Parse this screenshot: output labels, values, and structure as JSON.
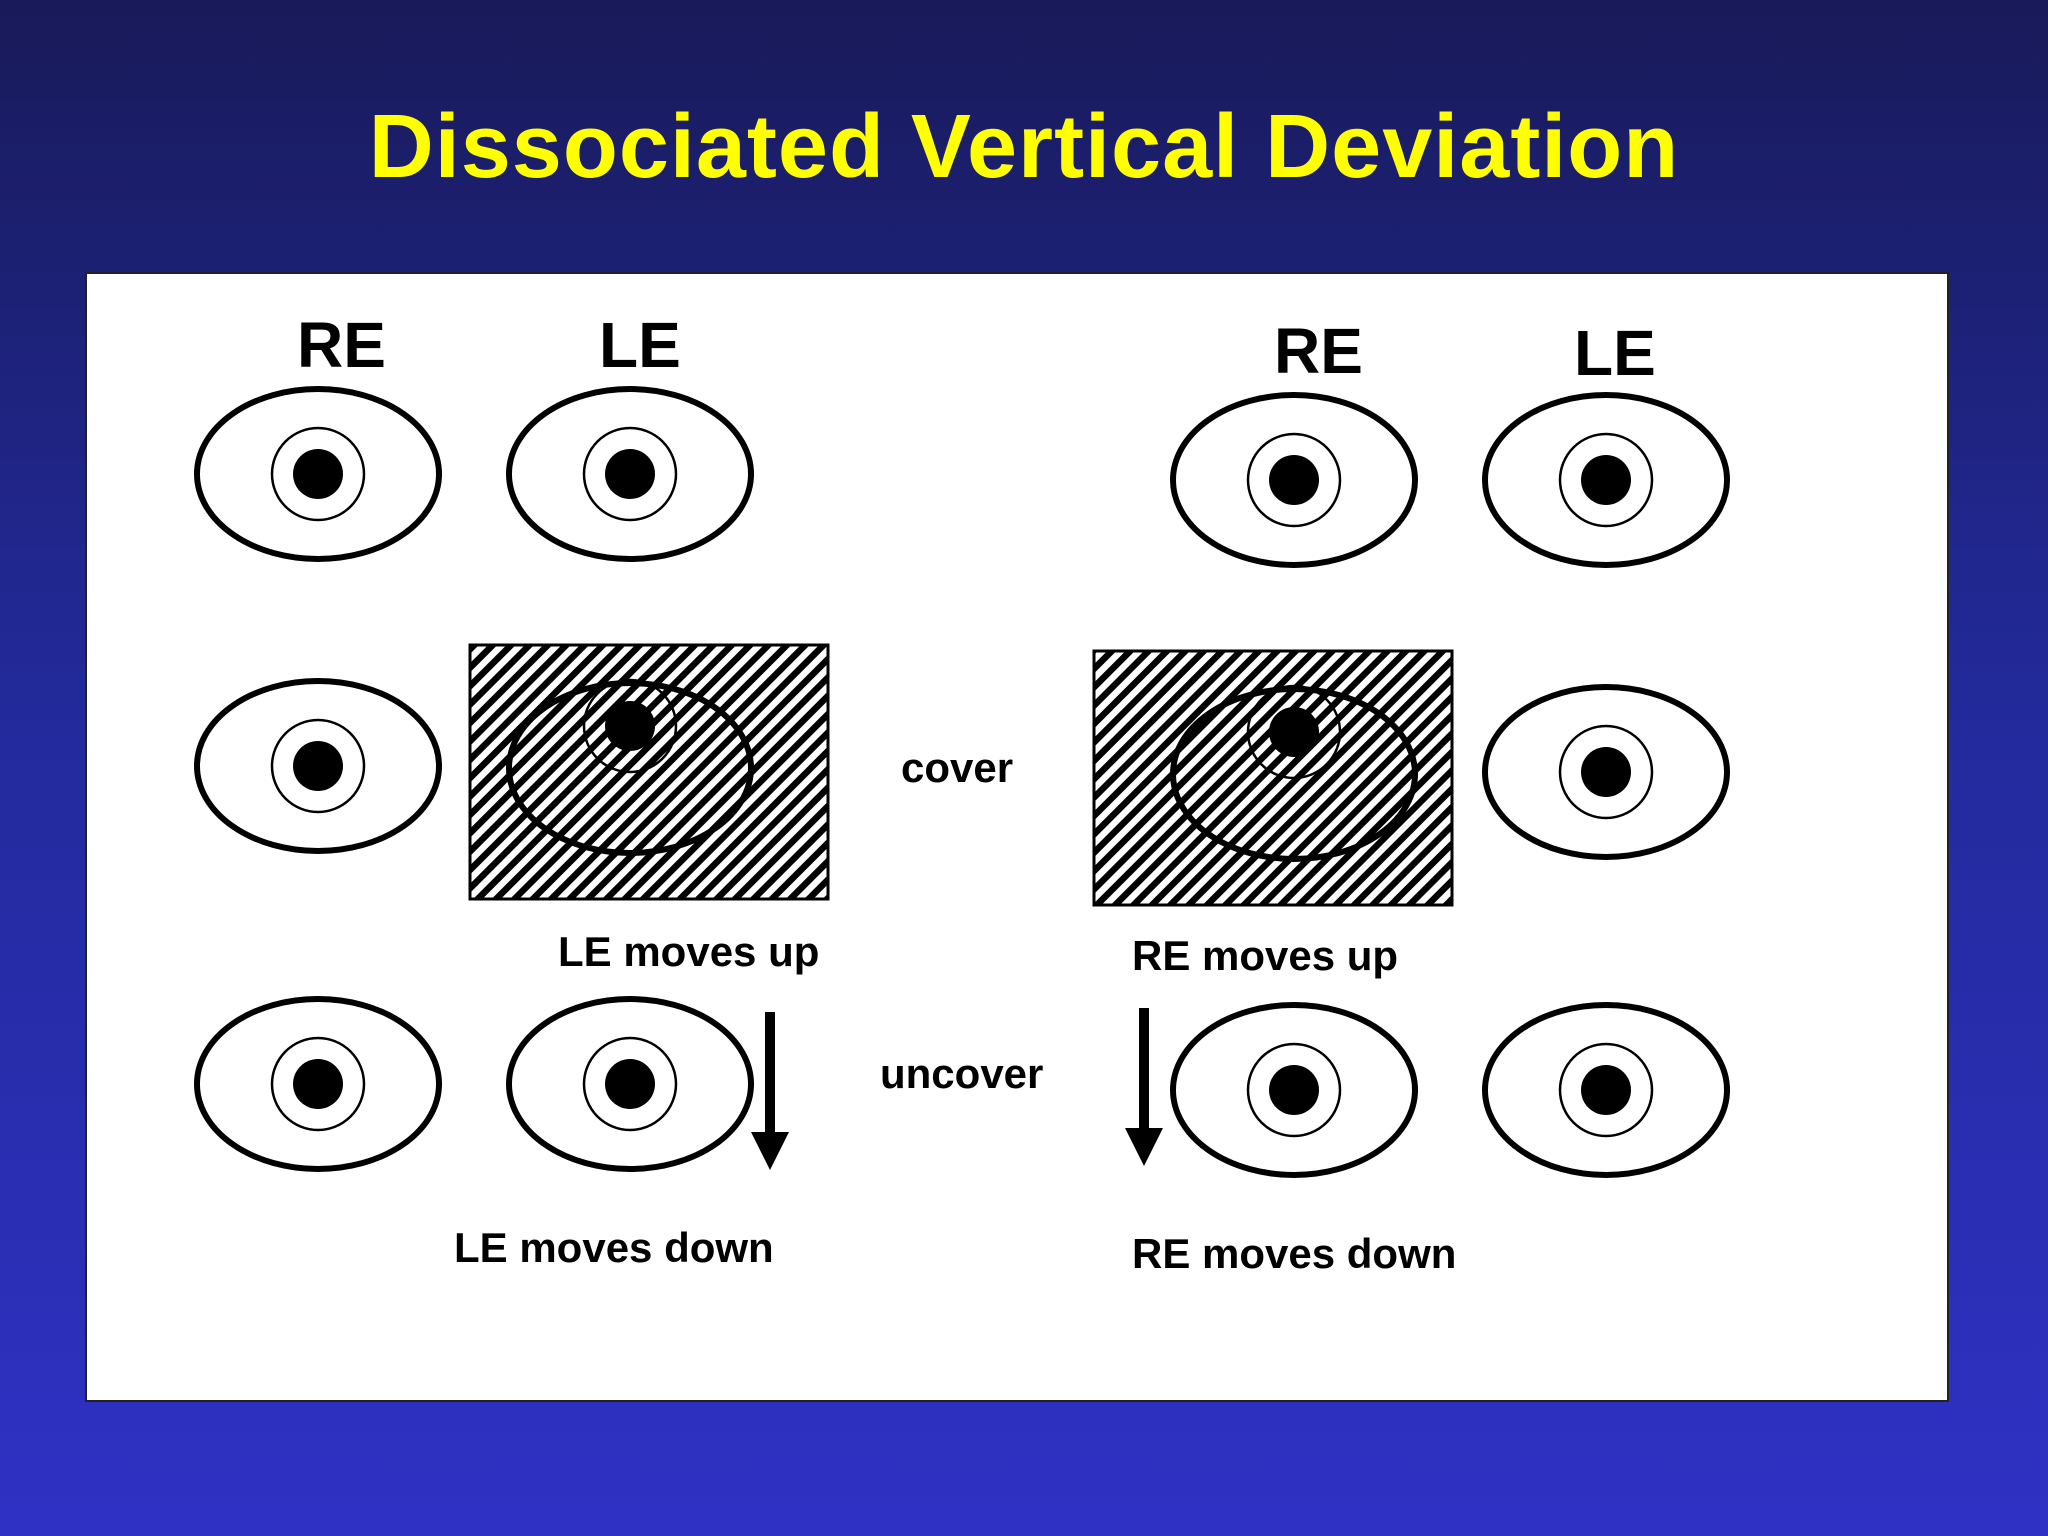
{
  "title": "Dissociated Vertical Deviation",
  "labels": {
    "left_re": "RE",
    "left_le": "LE",
    "right_re": "RE",
    "right_le": "LE",
    "cover": "cover",
    "uncover": "uncover",
    "le_moves_up": "LE moves up",
    "le_moves_down": "LE moves down",
    "re_moves_up": "RE moves up",
    "re_moves_down": "RE moves down"
  },
  "colors": {
    "title": "#ffff00",
    "panel": "#ffffff",
    "ink": "#000000"
  }
}
